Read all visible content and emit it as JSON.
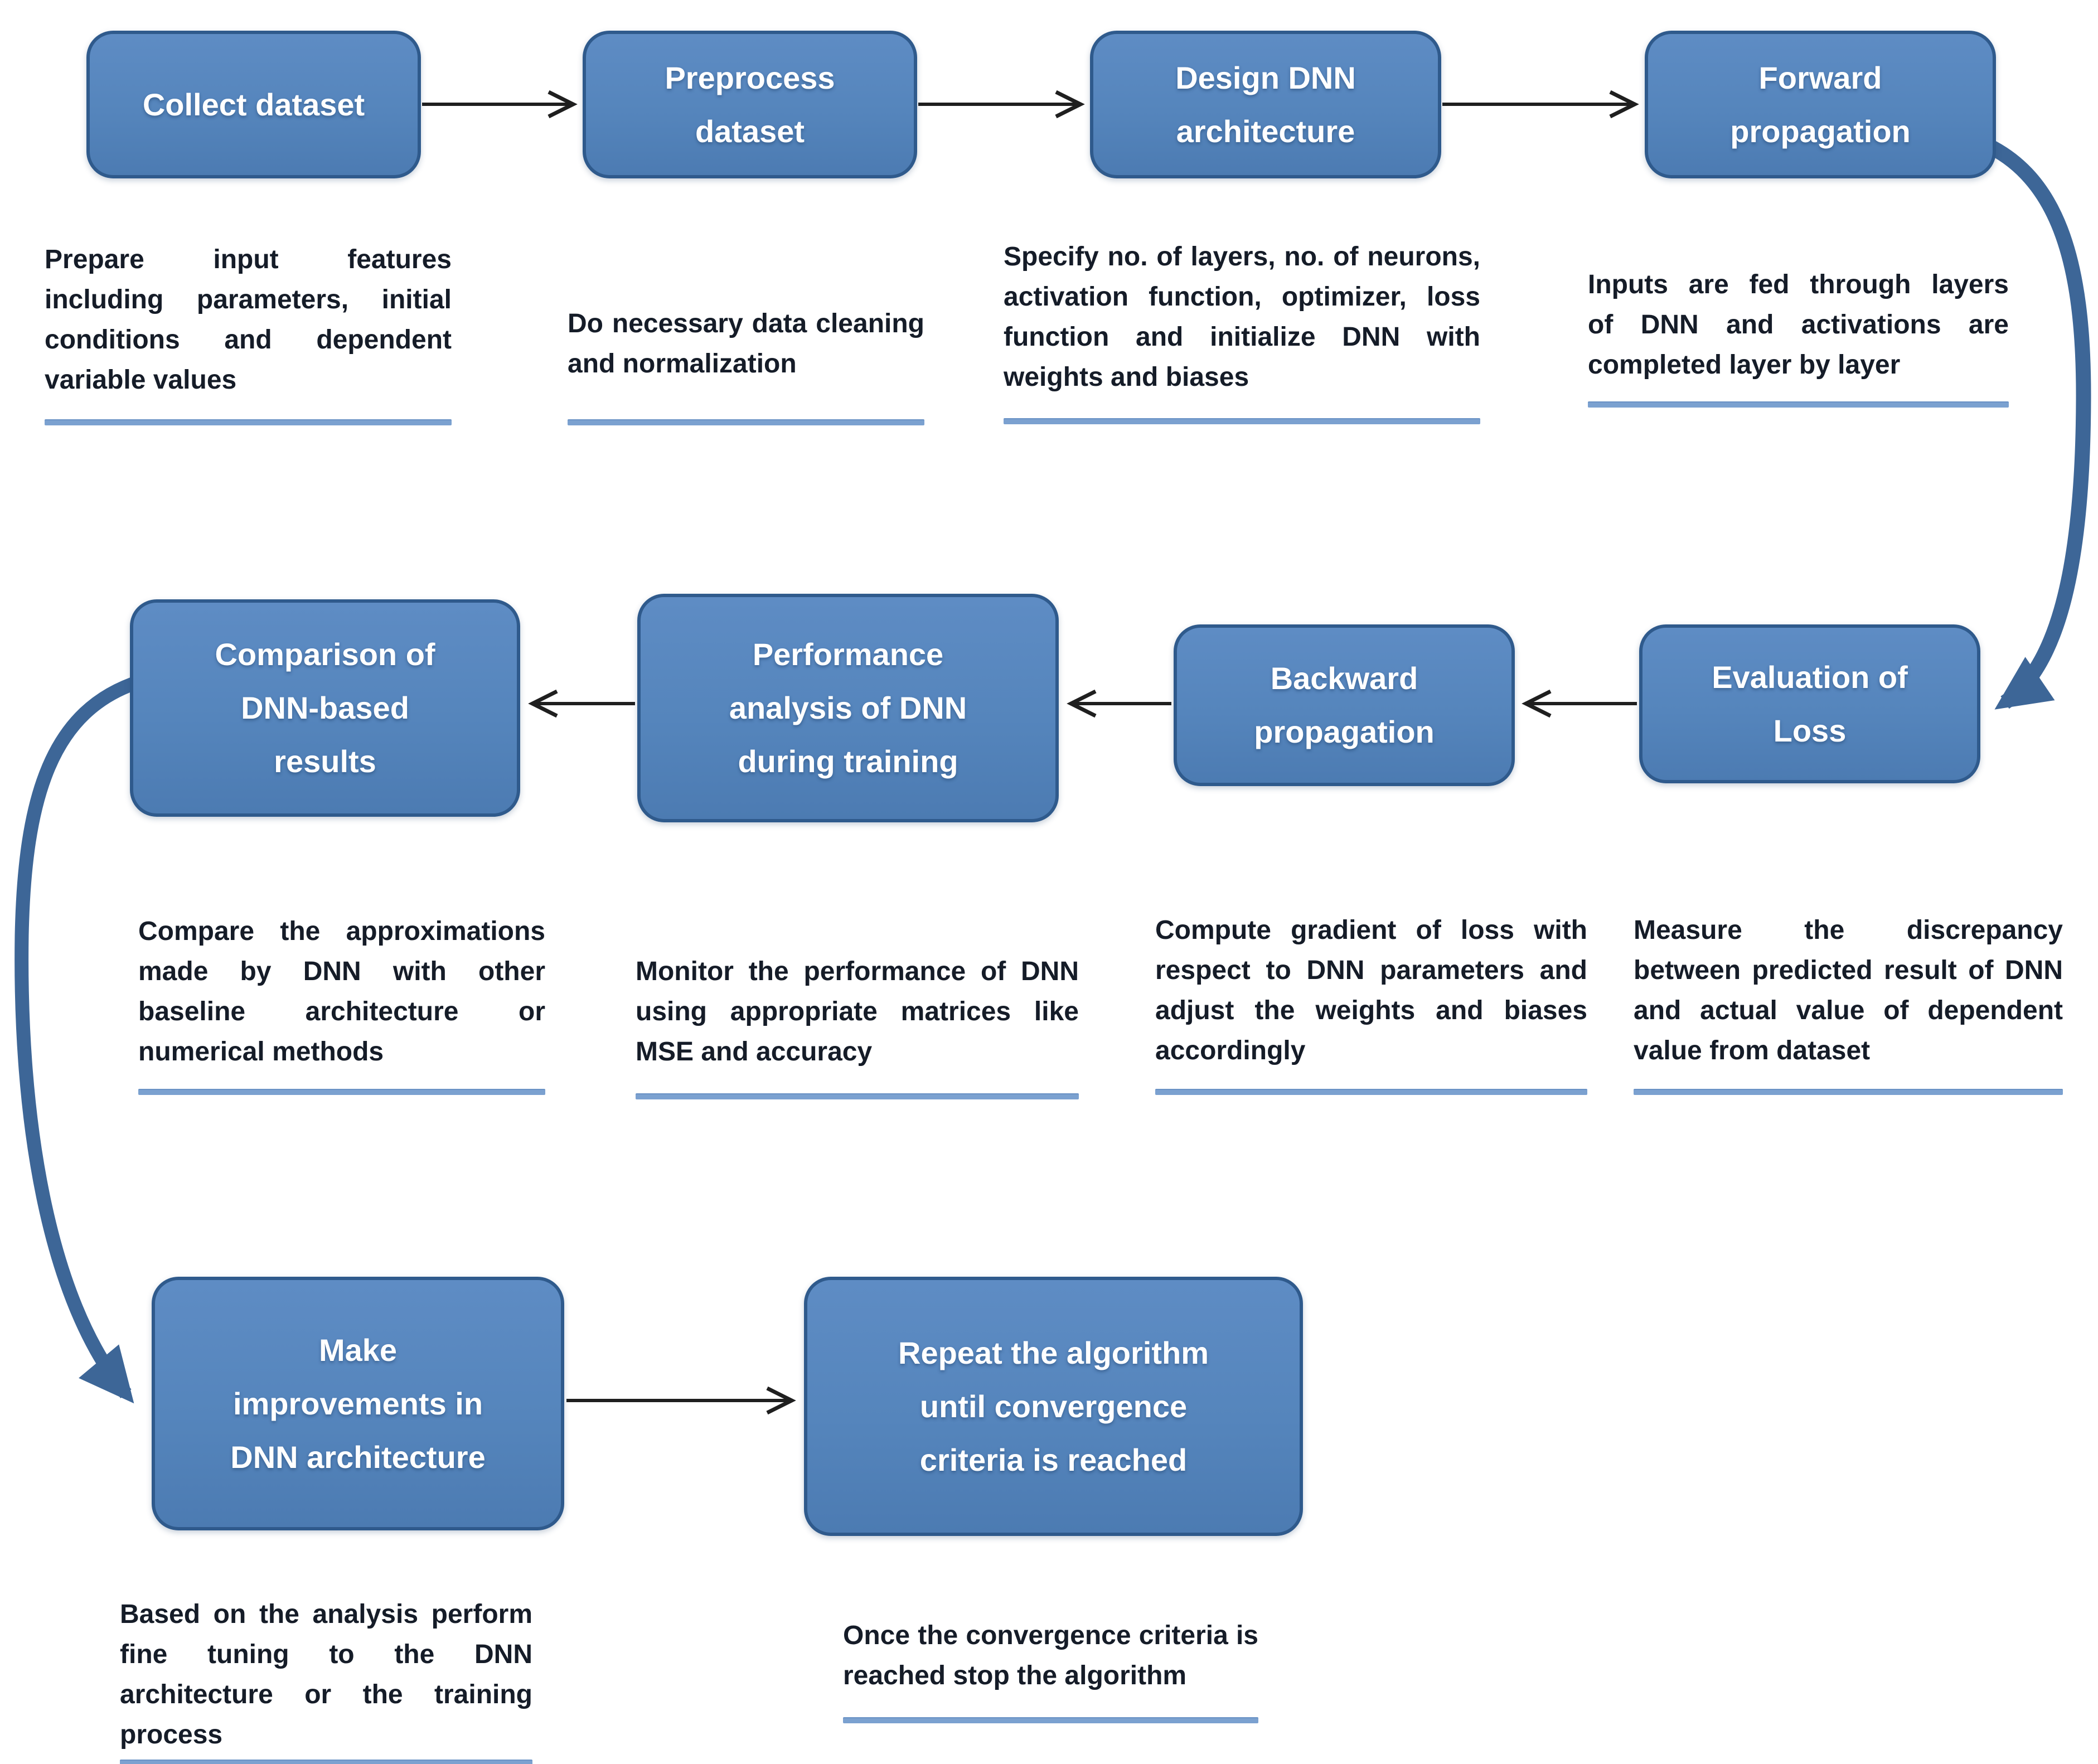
{
  "flowchart": {
    "nodes": {
      "collect": {
        "label": "Collect dataset",
        "label_lines": [
          "Collect dataset"
        ],
        "desc_lines": [
          "Prepare input features",
          "including parameters, initial",
          "conditions and dependent",
          "variable values"
        ]
      },
      "preprocess": {
        "label": "Preprocess dataset",
        "label_lines": [
          "Preprocess",
          "dataset"
        ],
        "desc_lines": [
          "Do necessary data cleaning",
          "and normalization"
        ]
      },
      "design": {
        "label": "Design DNN architecture",
        "label_lines": [
          "Design DNN",
          "architecture"
        ],
        "desc_lines": [
          "Specify no. of layers, no. of neurons,",
          "activation function, optimizer, loss",
          "function and initialize DNN with",
          "weights and biases"
        ]
      },
      "forward": {
        "label": "Forward propagation",
        "label_lines": [
          "Forward",
          "propagation"
        ],
        "desc_lines": [
          "Inputs are fed through layers",
          "of DNN and activations are",
          "completed layer by layer"
        ]
      },
      "evaluation": {
        "label": "Evaluation of Loss",
        "label_lines": [
          "Evaluation of",
          "Loss"
        ],
        "desc_lines": [
          "Measure the discrepancy",
          "between predicted result of DNN",
          "and actual value of dependent",
          "value from dataset"
        ]
      },
      "backward": {
        "label": "Backward propagation",
        "label_lines": [
          "Backward",
          "propagation"
        ],
        "desc_lines": [
          "Compute gradient of loss with",
          "respect to DNN parameters and",
          "adjust the weights and biases",
          "accordingly"
        ]
      },
      "performance": {
        "label": "Performance analysis of DNN during training",
        "label_lines": [
          "Performance",
          "analysis of DNN",
          "during training"
        ],
        "desc_lines": [
          "Monitor the performance of DNN",
          "using appropriate matrices like",
          "MSE and accuracy"
        ]
      },
      "comparison": {
        "label": "Comparison of DNN-based results",
        "label_lines": [
          "Comparison of",
          "DNN-based",
          "results"
        ],
        "desc_lines": [
          "Compare the approximations",
          "made by DNN with other",
          "baseline architecture or",
          "numerical methods"
        ]
      },
      "improve": {
        "label": "Make improvements in DNN architecture",
        "label_lines": [
          "Make",
          "improvements in",
          "DNN architecture"
        ],
        "desc_lines": [
          "Based on the analysis perform",
          "fine tuning to the DNN",
          "architecture or the training",
          "process"
        ]
      },
      "repeat": {
        "label": "Repeat the algorithm until convergence criteria is reached",
        "label_lines": [
          "Repeat the algorithm",
          "until convergence",
          "criteria is reached"
        ],
        "desc_lines": [
          "Once the convergence criteria is",
          "reached stop the algorithm"
        ]
      }
    },
    "colors": {
      "box_fill": "#5585bc",
      "box_border": "#2f5a8c",
      "box_text": "#ffffff",
      "description_text": "#151c28",
      "underline": "#7ba1d0",
      "connector": "#1f1f1f",
      "curved_connector": "#3d6697"
    }
  }
}
